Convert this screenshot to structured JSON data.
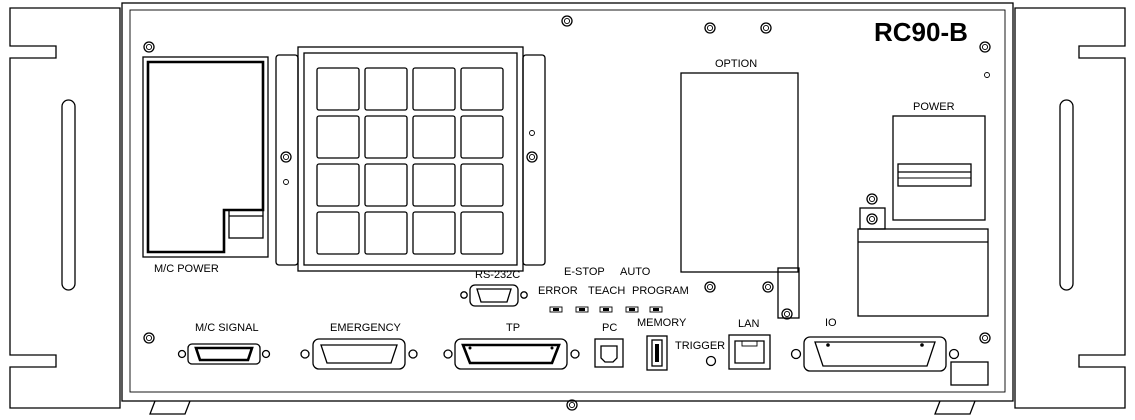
{
  "model": "RC90-B",
  "labels": {
    "mc_power": "M/C POWER",
    "option": "OPTION",
    "power": "POWER",
    "rs232c": "RS-232C",
    "estop": "E-STOP",
    "auto": "AUTO",
    "error": "ERROR",
    "teach": "TEACH",
    "program": "PROGRAM",
    "memory": "MEMORY",
    "mc_signal": "M/C SIGNAL",
    "emergency": "EMERGENCY",
    "tp": "TP",
    "pc": "PC",
    "trigger": "TRIGGER",
    "lan": "LAN",
    "io": "IO"
  }
}
